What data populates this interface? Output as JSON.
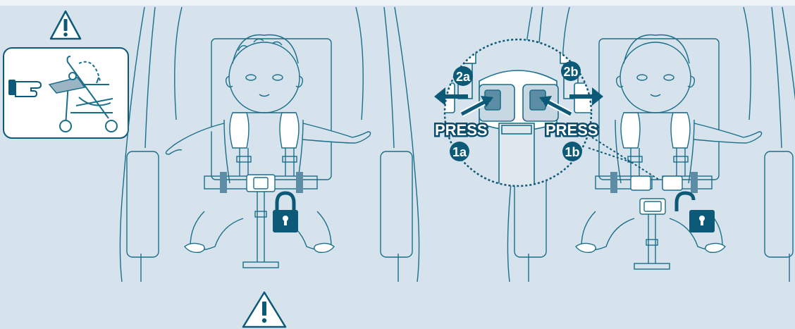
{
  "steps": {
    "press_left": "PRESS",
    "press_right": "PRESS",
    "badge_1a": "1a",
    "badge_1b": "1b",
    "badge_2a": "2a",
    "badge_2b": "2b"
  },
  "icons": {
    "warning_top": "warning-triangle-icon",
    "warning_bottom": "warning-triangle-icon",
    "lock_closed": "padlock-closed-icon",
    "lock_open": "padlock-open-icon",
    "inset": "stroller-fold-inset-icon"
  },
  "colors": {
    "background": "#d6e2ec",
    "line": "#1a6f8a",
    "accent": "#0d5a78",
    "white": "#ffffff"
  }
}
